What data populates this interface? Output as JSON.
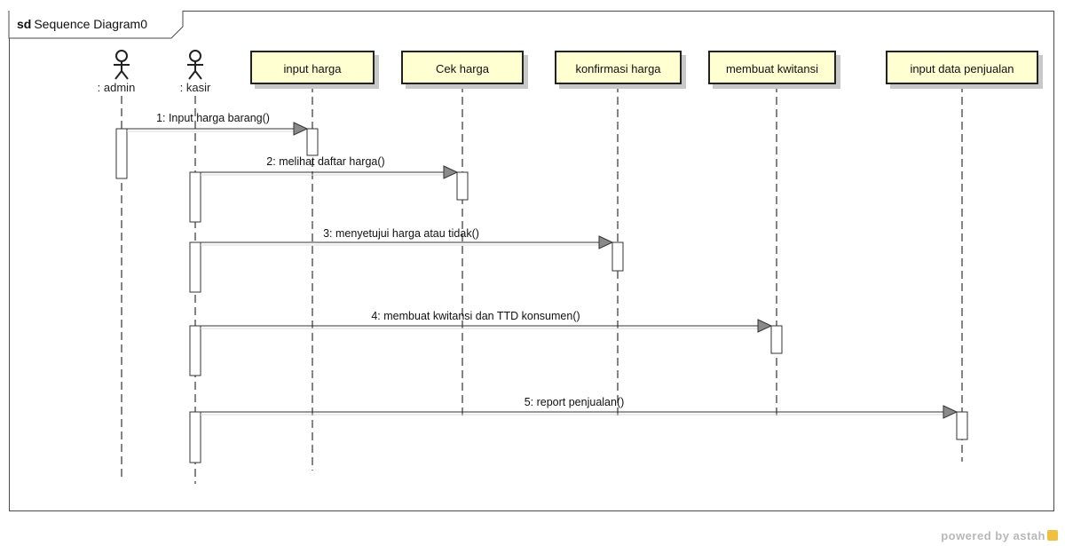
{
  "frame": {
    "keyword": "sd",
    "title": "Sequence Diagram0"
  },
  "actors": [
    {
      "id": "admin",
      "label": ": admin"
    },
    {
      "id": "kasir",
      "label": ": kasir"
    }
  ],
  "lifelines": [
    {
      "id": "input_harga",
      "label": "input harga"
    },
    {
      "id": "cek_harga",
      "label": "Cek harga"
    },
    {
      "id": "konfirmasi_harga",
      "label": "konfirmasi harga"
    },
    {
      "id": "membuat_kwitansi",
      "label": "membuat kwitansi"
    },
    {
      "id": "input_data_penjualan",
      "label": "input data penjualan"
    }
  ],
  "messages": [
    {
      "from": "admin",
      "to": "input_harga",
      "label": "1: Input harga barang()"
    },
    {
      "from": "kasir",
      "to": "cek_harga",
      "label": "2: melihat daftar harga()"
    },
    {
      "from": "kasir",
      "to": "konfirmasi_harga",
      "label": "3: menyetujui harga atau tidak()"
    },
    {
      "from": "kasir",
      "to": "membuat_kwitansi",
      "label": "4: membuat kwitansi dan TTD konsumen()"
    },
    {
      "from": "kasir",
      "to": "input_data_penjualan",
      "label": "5: report penjualan()"
    }
  ],
  "watermark": "powered by astah"
}
